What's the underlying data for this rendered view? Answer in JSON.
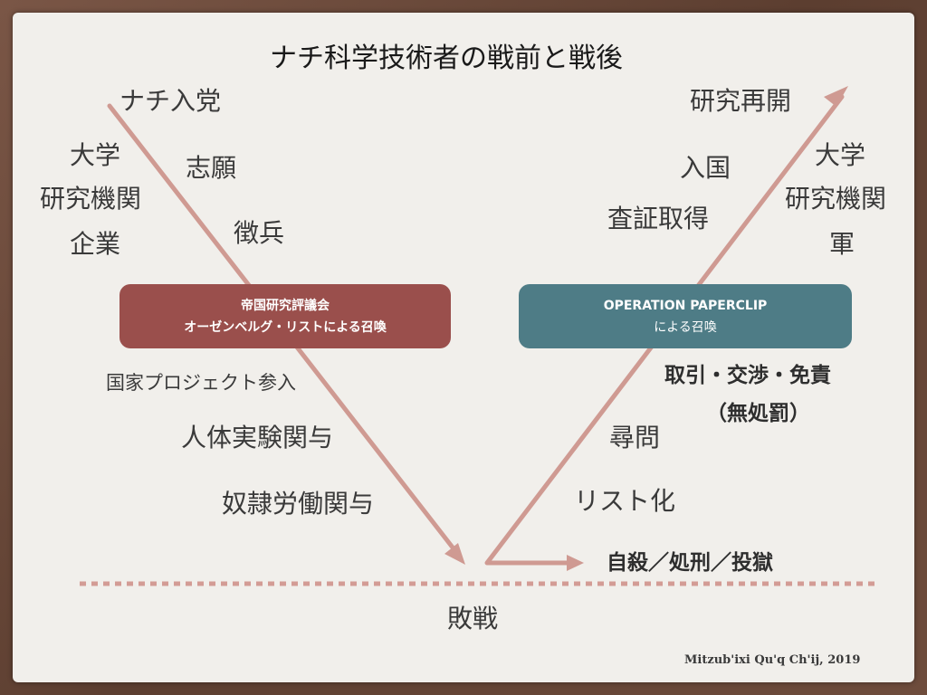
{
  "title": "ナチ科学技術者の戦前と戦後",
  "left": {
    "nazi_party": "ナチ入党",
    "org": [
      "大学",
      "研究機関",
      "企業"
    ],
    "volunteer": "志願",
    "conscription": "徴兵",
    "box": {
      "line1": "帝国研究評議会",
      "line2": "オーゼンベルグ・リストによる召喚"
    },
    "national_project": "国家プロジェクト参入",
    "human_experiments": "人体実験関与",
    "slave_labor": "奴隷労働関与"
  },
  "right": {
    "resume_research": "研究再開",
    "org": [
      "大学",
      "研究機関",
      "軍"
    ],
    "entry": "入国",
    "visa": "査証取得",
    "box": {
      "line1": "OPERATION PAPERCLIP",
      "line2": "による召喚"
    },
    "deal": "取引・交渉・免責",
    "no_punishment": "（無処罰）",
    "interrogation": "尋問",
    "listing": "リスト化",
    "fates": "自殺／処刑／投獄"
  },
  "defeat": "敗戦",
  "credit": "Mitzub'ixi Qu'q Ch'ij, 2019",
  "colors": {
    "arrow": "#cf9a92",
    "divider": "#d39c95",
    "box_left": "#9a4f4c",
    "box_right": "#4e7c86",
    "background": "#f1efeb",
    "frame": "#6a4a3a"
  }
}
